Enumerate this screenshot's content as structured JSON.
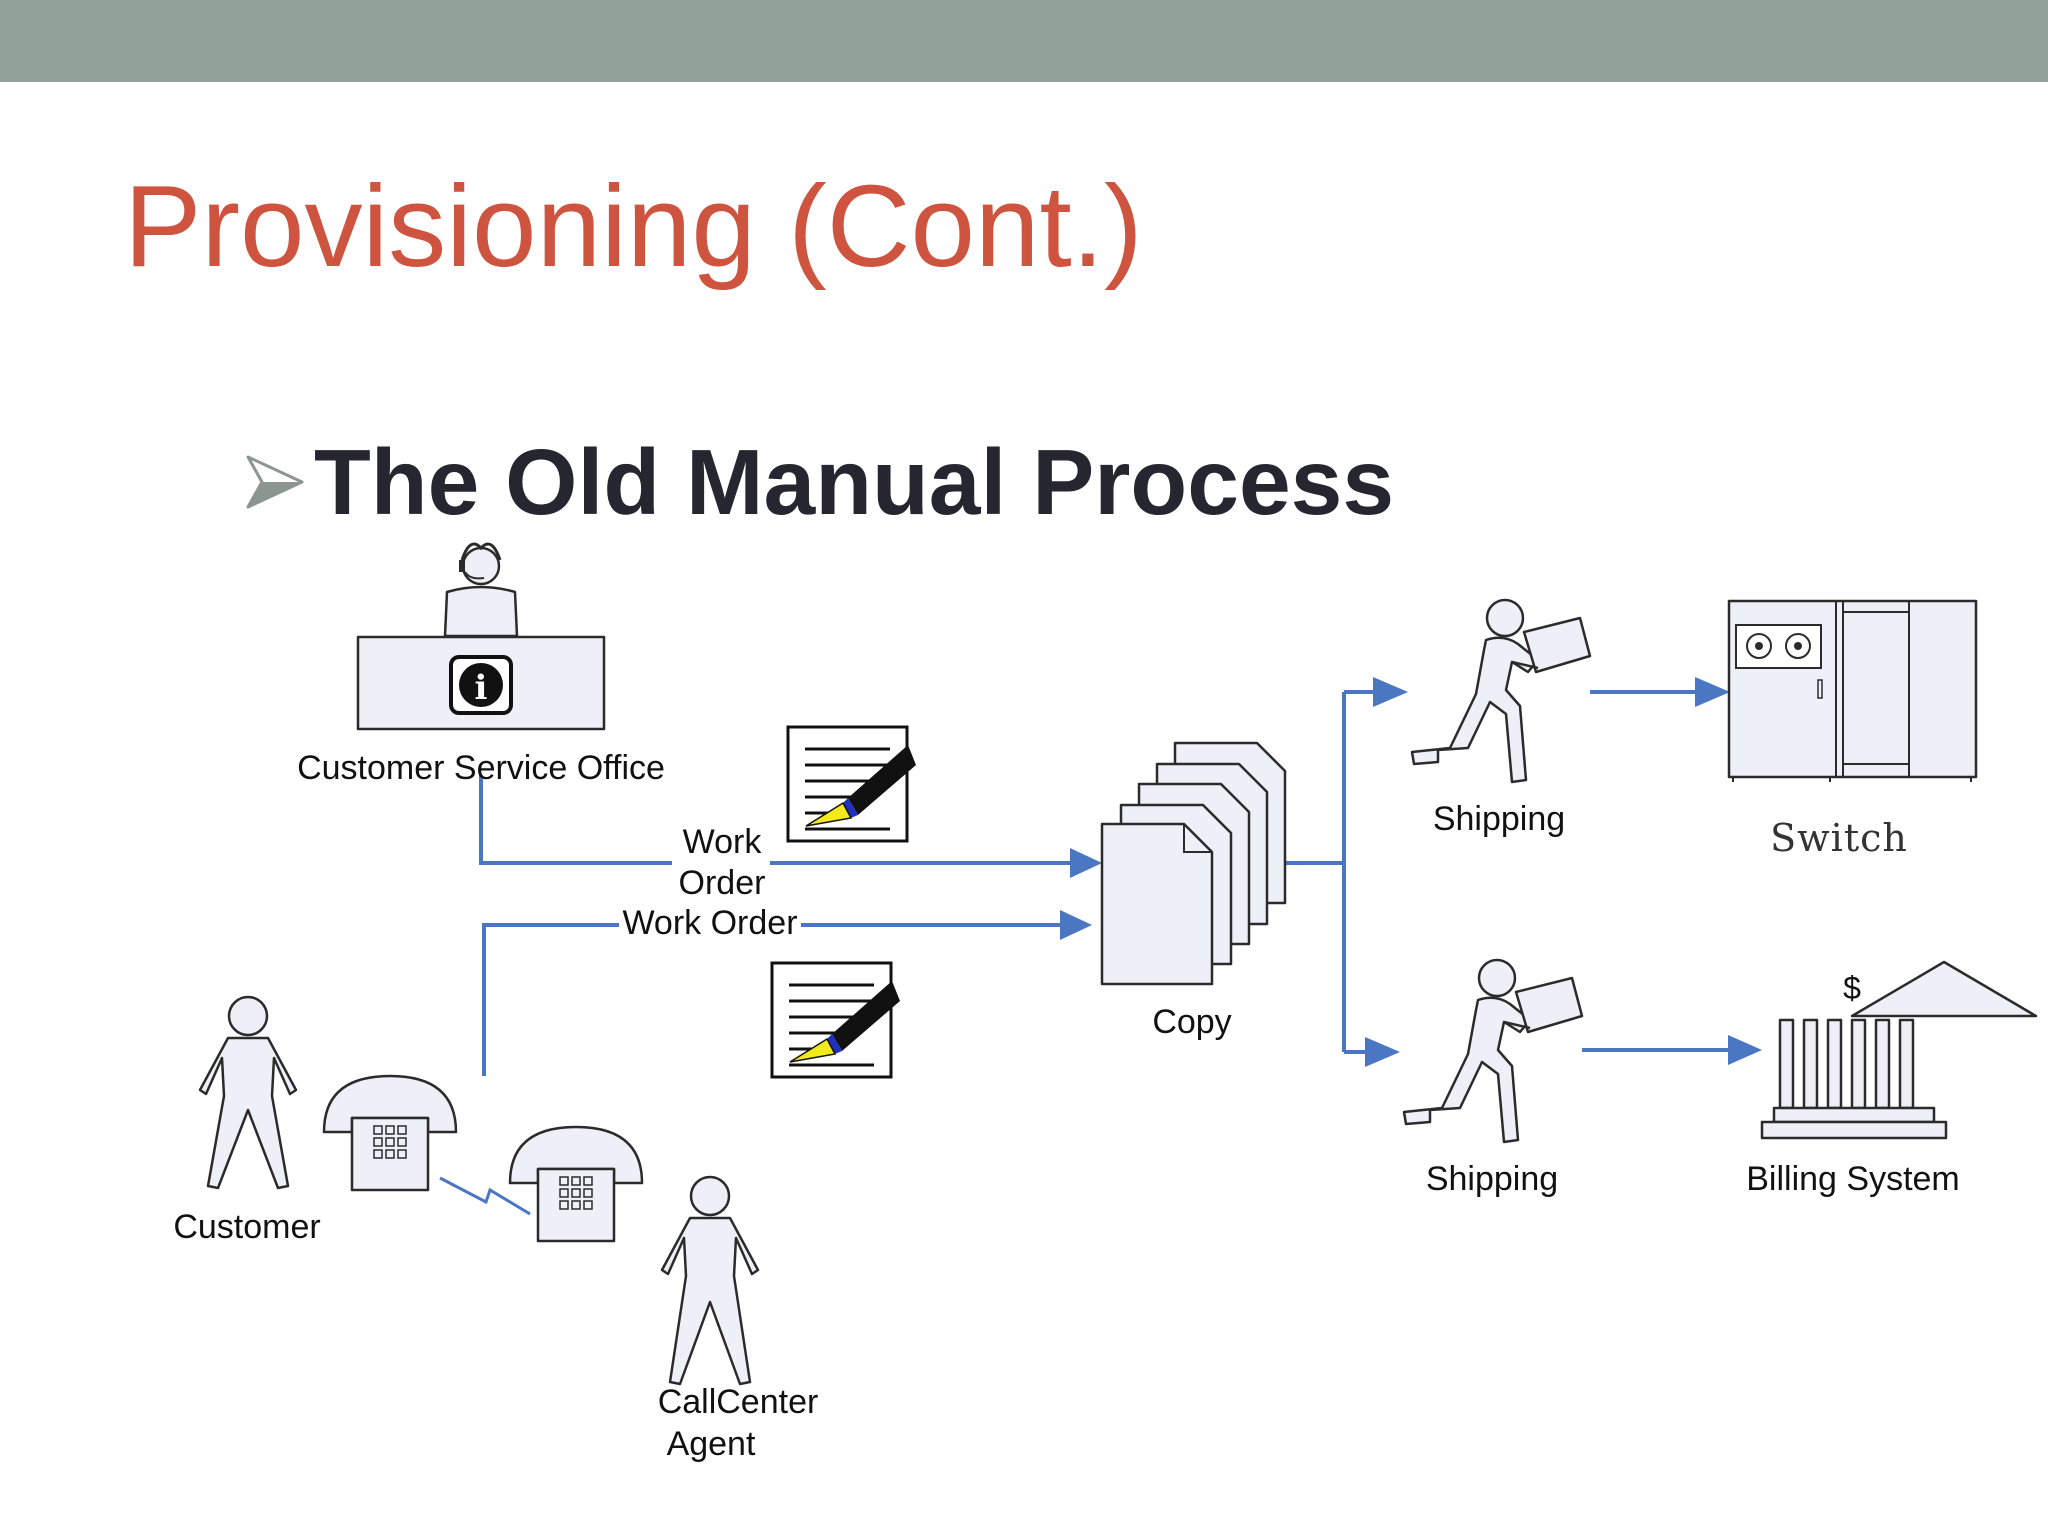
{
  "slide": {
    "title": "Provisioning (Cont.)",
    "subtitle": "The Old Manual Process"
  },
  "diagram": {
    "labels": {
      "customer_service_office": "Customer Service Office",
      "work_order_line1": "Work",
      "work_order_line2": "Order",
      "work_order_2": "Work Order",
      "copy": "Copy",
      "shipping_top": "Shipping",
      "shipping_bottom": "Shipping",
      "switch": "Switch",
      "billing_system": "Billing System",
      "customer": "Customer",
      "callcenter_line1": "CallCenter",
      "callcenter_line2": "Agent",
      "dollar_sign": "$",
      "info_symbol": "i"
    }
  },
  "colors": {
    "header_bar": "#92a29a",
    "title": "#cf543f",
    "subtitle": "#262630",
    "flow_line": "#4a76c2",
    "shape_fill": "#eef0f8"
  },
  "icons": [
    "bullet-arrow-icon",
    "headset-agent-icon",
    "info-icon",
    "document-pen-icon",
    "document-stack-icon",
    "delivery-person-icon",
    "switch-cabinet-icon",
    "bank-building-icon",
    "person-icon",
    "telephone-icon"
  ]
}
